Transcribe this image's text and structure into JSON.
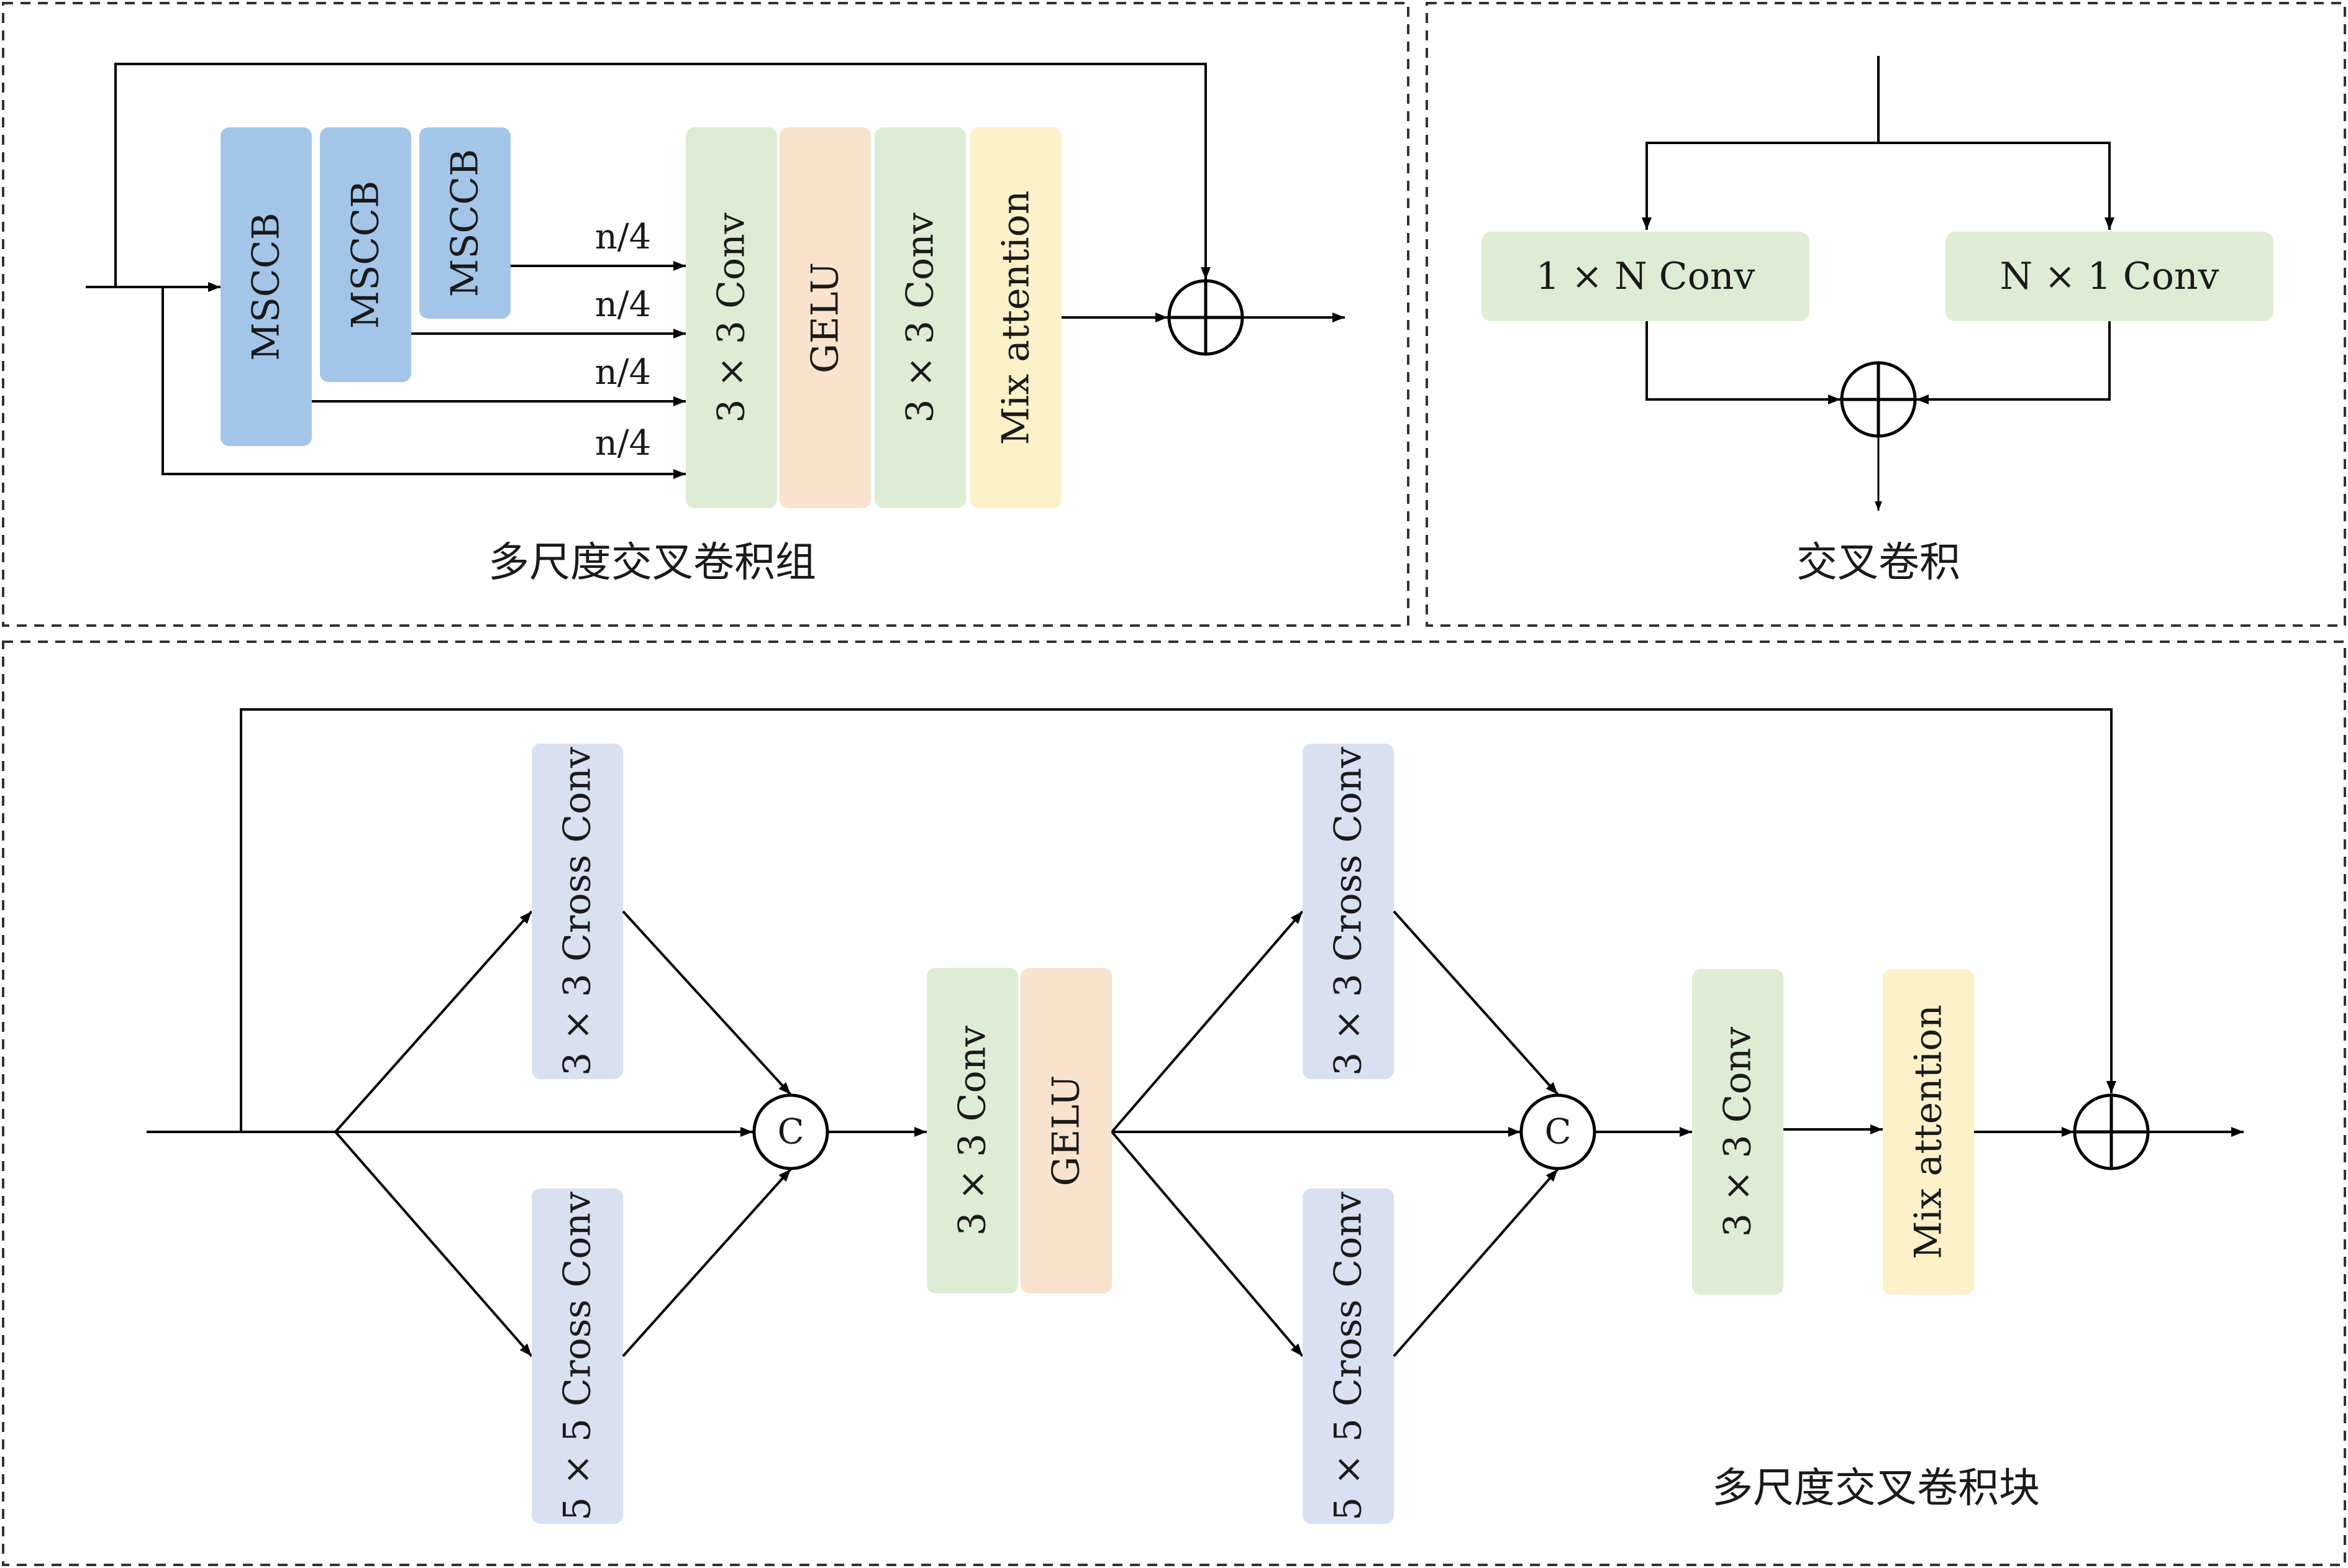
{
  "panels": {
    "group": {
      "title": "多尺度交叉卷积组",
      "msccb_labels": [
        "MSCCB",
        "MSCCB",
        "MSCCB"
      ],
      "split_labels": [
        "n/4",
        "n/4",
        "n/4",
        "n/4"
      ],
      "conv1": "3 × 3 Conv",
      "gelu": "GELU",
      "conv2": "3 × 3 Conv",
      "attention": "Mix attention",
      "add_symbol": "⊕"
    },
    "cross": {
      "title": "交叉卷积",
      "left_conv": "1 × N Conv",
      "right_conv": "N × 1 Conv",
      "add_symbol": "⊕"
    },
    "block": {
      "title": "多尺度交叉卷积块",
      "cross3_a": "3 × 3 Cross Conv",
      "cross5_a": "5 × 5 Cross Conv",
      "concat_a": "C",
      "conv_a": "3 × 3 Conv",
      "gelu": "GELU",
      "cross3_b": "3 × 3 Cross Conv",
      "cross5_b": "5 × 5 Cross Conv",
      "concat_b": "C",
      "conv_b": "3 × 3 Conv",
      "attention": "Mix attention",
      "add_symbol": "⊕"
    }
  },
  "colors": {
    "msccb": "#a3c6e8",
    "conv": "#dcedd3",
    "gelu": "#f9e3cc",
    "attention": "#fdf1c9",
    "cross_conv": "#d8e1f2",
    "line": "#000000",
    "border": "#333333"
  }
}
